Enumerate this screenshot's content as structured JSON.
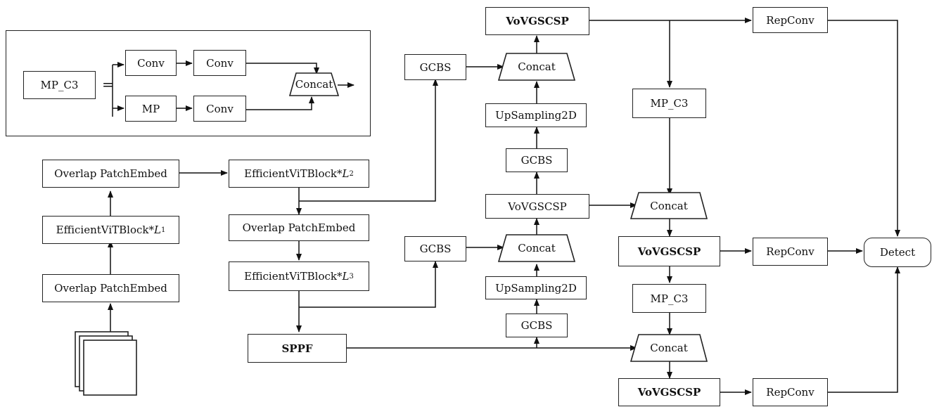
{
  "legend": {
    "mp_c3": "MP_C3",
    "equals": "=",
    "conv_a": "Conv",
    "conv_b": "Conv",
    "mp": "MP",
    "conv_c": "Conv",
    "concat": "Concat"
  },
  "backbone": {
    "patch_embed_1": "Overlap  PatchEmbed",
    "vit_block_1": "EfficientViTBlock*",
    "vit_block_1_sub": "L",
    "vit_block_1_idx": "1",
    "patch_embed_2": "Overlap  PatchEmbed",
    "vit_block_2": "EfficientViTBlock*",
    "vit_block_2_sub": "L",
    "vit_block_2_idx": "2",
    "patch_embed_3": "Overlap  PatchEmbed",
    "vit_block_3": "EfficientViTBlock*",
    "vit_block_3_sub": "L",
    "vit_block_3_idx": "3",
    "sppf": "SPPF"
  },
  "neck": {
    "gcbs_top": "GCBS",
    "gcbs_mid": "GCBS",
    "gcbs_up1": "GCBS",
    "gcbs_up2": "GCBS",
    "concat_top": "Concat",
    "concat_mid": "Concat",
    "concat_right1": "Concat",
    "concat_right2": "Concat",
    "vovgscsp_top": "VoVGSCSP",
    "vovgscsp_mid": "VoVGSCSP",
    "vovgscsp_right1": "VoVGSCSP",
    "vovgscsp_right2": "VoVGSCSP",
    "upsampling_1": "UpSampling2D",
    "upsampling_2": "UpSampling2D",
    "mp_c3_1": "MP_C3",
    "mp_c3_2": "MP_C3"
  },
  "head": {
    "repconv_1": "RepConv",
    "repconv_2": "RepConv",
    "repconv_3": "RepConv",
    "detect": "Detect"
  }
}
